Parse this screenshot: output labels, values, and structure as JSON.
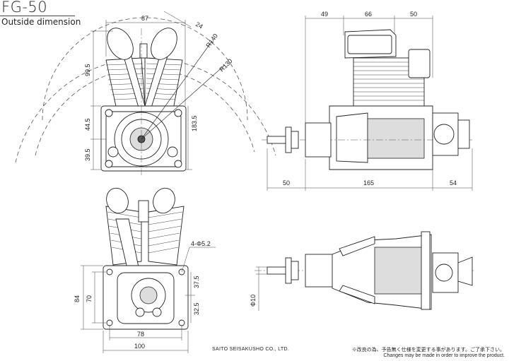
{
  "header": {
    "title": "FG-50",
    "subtitle": "Outside dimension"
  },
  "front_view": {
    "dims": {
      "width_top": "87",
      "angle_dim": "24",
      "radius_a": "R140",
      "radius_b": "R130",
      "h_upper": "99.5",
      "h_mid": "44.5",
      "h_low": "39.5",
      "h_total": "183.5"
    }
  },
  "side_view": {
    "dims": {
      "top_a": "49",
      "top_b": "66",
      "top_c": "50",
      "bottom_a": "50",
      "bottom_b": "165",
      "bottom_c": "54"
    }
  },
  "rear_view": {
    "dims": {
      "hole_label": "4-Φ5.2",
      "height_total": "84",
      "height_inner": "70",
      "upper_right": "37.5",
      "lower_right": "32.5",
      "width_inner": "78",
      "width_outer": "100"
    }
  },
  "bottom_view": {
    "dims": {
      "shaft_dia": "Φ10"
    }
  },
  "footer": {
    "company": "SAITO SEISAKUSHO CO., LTD.",
    "note_jp": "※改良の為、予告無く仕様を変更する事があります。ご了承下さい。",
    "note_en": "Changes may be made in order to improve the product."
  }
}
